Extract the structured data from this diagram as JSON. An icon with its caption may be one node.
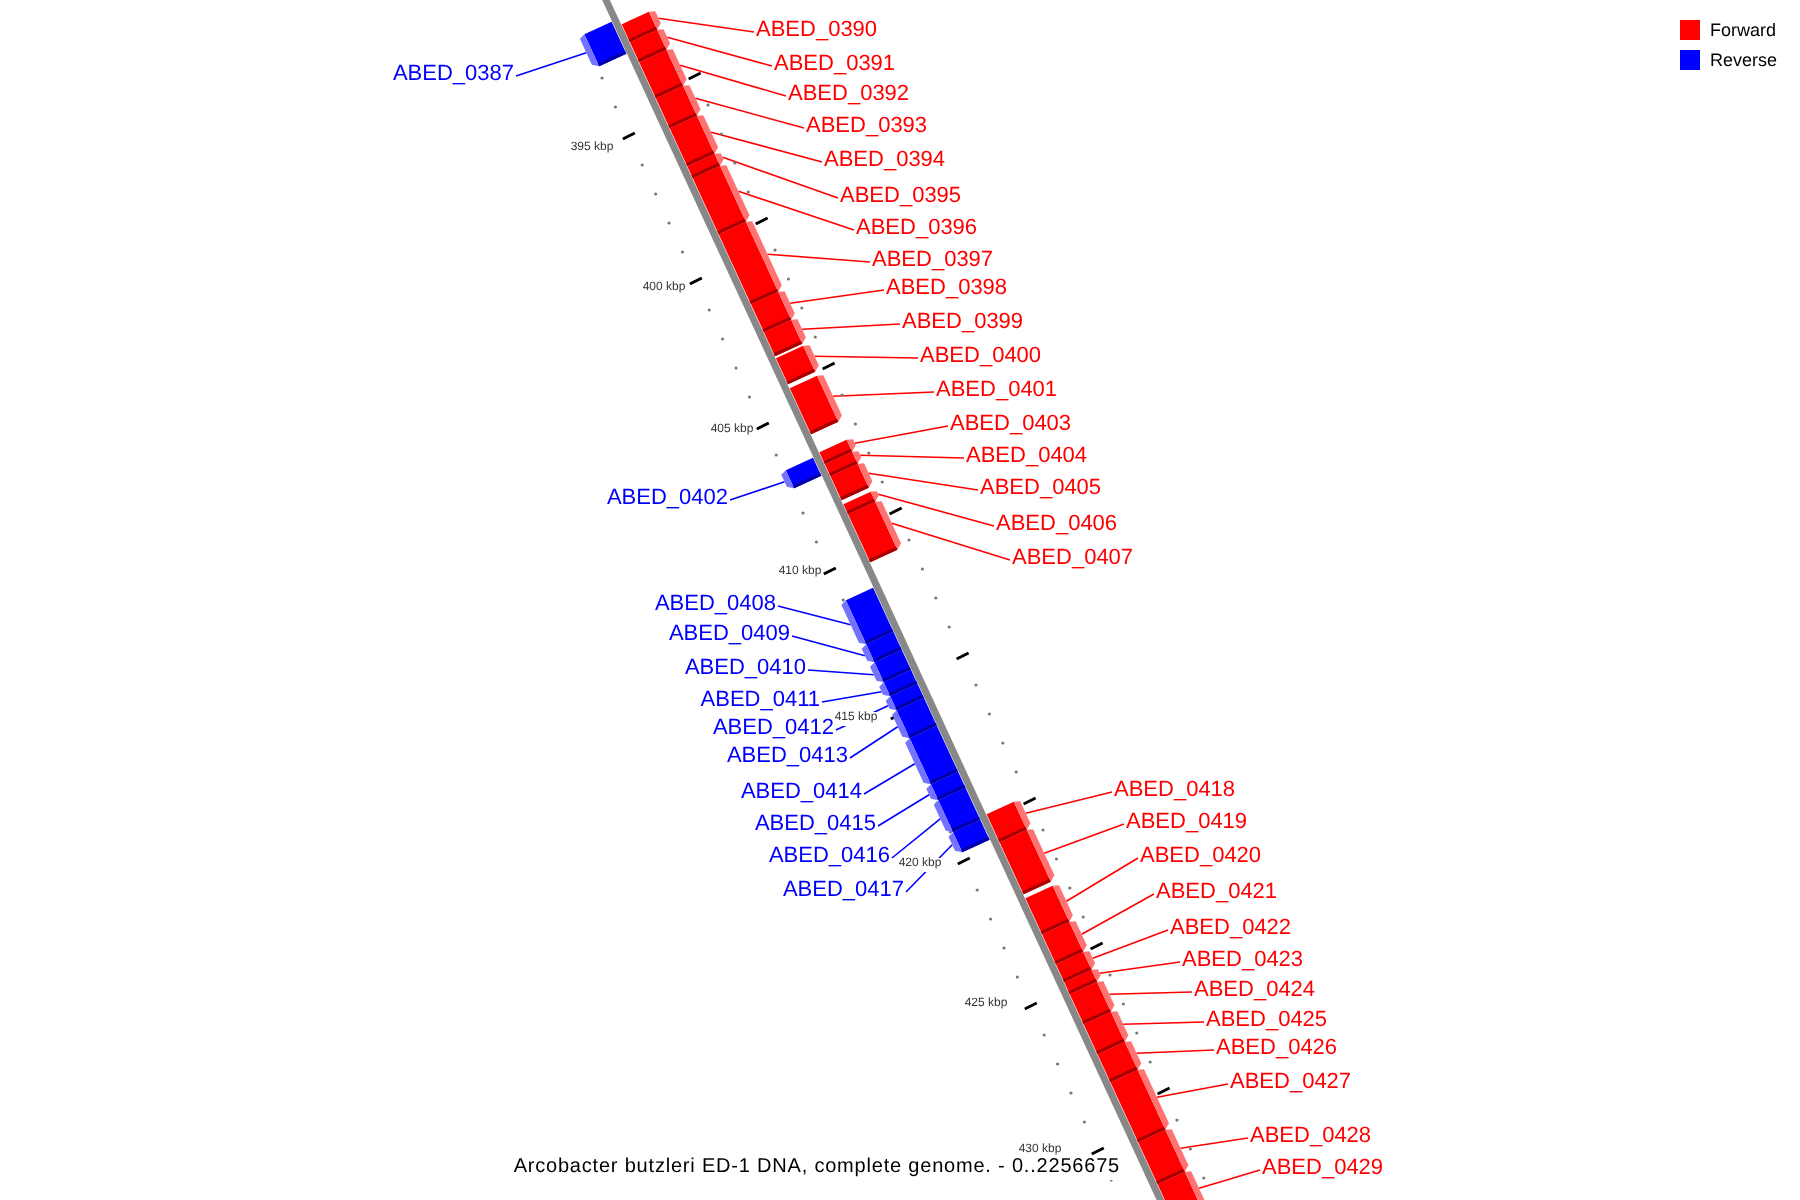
{
  "diagram": {
    "caption": "Arcobacter butzleri ED-1 DNA, complete genome. - 0..2256675",
    "nodes": [
      {
        "text": [
          "ABED_0387"
        ]
      },
      {
        "text": [],
        "shape": "bar"
      },
      {
        "text": [
          "ABED_0390"
        ]
      },
      {
        "text": [],
        "shape": "bar"
      },
      {
        "text": [
          "ABED_0391"
        ]
      },
      {
        "text": [],
        "shape": "bar"
      },
      {
        "text": [
          "ABED_0392"
        ]
      },
      {
        "text": [],
        "shape": "bar"
      },
      {
        "text": [
          "ABED_0393"
        ]
      },
      {
        "text": [],
        "shape": "bar"
      },
      {
        "text": [
          "ABED_0394"
        ]
      },
      {
        "text": [],
        "shape": "bar"
      },
      {
        "text": [
          "ABED_0395"
        ]
      },
      {
        "text": [],
        "shape": "bar"
      },
      {
        "text": [
          "ABED_0396"
        ]
      },
      {
        "text": [],
        "shape": "bar"
      },
      {
        "text": [
          "ABED_0397"
        ]
      },
      {
        "text": [],
        "shape": "bar"
      },
      {
        "text": [
          "ABED_0398"
        ]
      },
      {
        "text": [],
        "shape": "bar"
      },
      {
        "text": [
          "ABED_0399"
        ]
      },
      {
        "text": [],
        "shape": "bar"
      },
      {
        "text": [
          "ABED_0400"
        ]
      },
      {
        "text": [],
        "shape": "bar"
      },
      {
        "text": [
          "ABED_0401"
        ]
      },
      {
        "text": [],
        "shape": "bar"
      },
      {
        "text": [
          "ABED_0402"
        ]
      },
      {
        "text": [],
        "shape": "bar"
      },
      {
        "text": [
          "ABED_0403"
        ]
      },
      {
        "text": [],
        "shape": "bar"
      },
      {
        "text": [
          "ABED_0404"
        ]
      },
      {
        "text": [],
        "shape": "bar"
      },
      {
        "text": [
          "ABED_0405"
        ]
      },
      {
        "text": [],
        "shape": "bar"
      },
      {
        "text": [
          "ABED_0406"
        ]
      },
      {
        "text": [],
        "shape": "bar"
      },
      {
        "text": [
          "ABED_0407"
        ]
      },
      {
        "text": [],
        "shape": "bar"
      },
      {
        "text": [
          "ABED_0408"
        ]
      },
      {
        "text": [],
        "shape": "bar"
      },
      {
        "text": [
          "ABED_0409"
        ]
      },
      {
        "text": [],
        "shape": "bar"
      },
      {
        "text": [
          "ABED_0410"
        ]
      },
      {
        "text": [],
        "shape": "bar"
      },
      {
        "text": [
          "ABED_0411"
        ]
      },
      {
        "text": [],
        "shape": "bar"
      },
      {
        "text": [
          "ABED_0412"
        ]
      },
      {
        "text": [],
        "shape": "bar"
      },
      {
        "text": [
          "ABED_0413"
        ]
      },
      {
        "text": [],
        "shape": "bar"
      },
      {
        "text": [
          "ABED_0414"
        ]
      },
      {
        "text": [],
        "shape": "bar"
      },
      {
        "text": [
          "ABED_0415"
        ]
      },
      {
        "text": [],
        "shape": "bar"
      },
      {
        "text": [
          "ABED_0416"
        ]
      },
      {
        "text": [],
        "shape": "bar"
      },
      {
        "text": [
          "ABED_0417"
        ]
      },
      {
        "text": [],
        "shape": "bar"
      },
      {
        "text": [
          "ABED_0418"
        ]
      },
      {
        "text": [],
        "shape": "bar"
      },
      {
        "text": [
          "ABED_0419"
        ]
      },
      {
        "text": [],
        "shape": "bar"
      },
      {
        "text": [
          "ABED_0420"
        ]
      },
      {
        "text": [],
        "shape": "bar"
      },
      {
        "text": [
          "ABED_0421"
        ]
      },
      {
        "text": [],
        "shape": "bar"
      },
      {
        "text": [
          "ABED_0422"
        ]
      },
      {
        "text": [],
        "shape": "bar"
      },
      {
        "text": [
          "ABED_0423"
        ]
      },
      {
        "text": [],
        "shape": "bar"
      },
      {
        "text": [
          "ABED_0424"
        ]
      },
      {
        "text": [],
        "shape": "bar"
      },
      {
        "text": [
          "ABED_0425"
        ]
      },
      {
        "text": [],
        "shape": "bar"
      },
      {
        "text": [
          "ABED_0426"
        ]
      },
      {
        "text": [],
        "shape": "bar"
      },
      {
        "text": [
          "ABED_0427"
        ]
      },
      {
        "text": [],
        "shape": "bar"
      },
      {
        "text": [
          "ABED_0428"
        ]
      },
      {
        "text": [],
        "shape": "bar"
      },
      {
        "text": [
          "ABED_0429"
        ]
      },
      {
        "text": [],
        "shape": "bar"
      }
    ],
    "edges": [
      {
        "from": 0,
        "to": 1,
        "arrow": "none",
        "color": "#0000ff"
      },
      {
        "from": 2,
        "to": 3,
        "arrow": "none"
      },
      {
        "from": 4,
        "to": 5,
        "arrow": "none"
      },
      {
        "from": 6,
        "to": 7,
        "arrow": "none"
      },
      {
        "from": 8,
        "to": 9,
        "arrow": "none"
      },
      {
        "from": 10,
        "to": 11,
        "arrow": "none"
      },
      {
        "from": 12,
        "to": 13,
        "arrow": "none"
      },
      {
        "from": 14,
        "to": 15,
        "arrow": "none"
      },
      {
        "from": 16,
        "to": 17,
        "arrow": "none"
      },
      {
        "from": 18,
        "to": 19,
        "arrow": "none"
      },
      {
        "from": 20,
        "to": 21,
        "arrow": "none"
      },
      {
        "from": 22,
        "to": 23,
        "arrow": "none"
      },
      {
        "from": 24,
        "to": 25,
        "arrow": "none"
      },
      {
        "from": 26,
        "to": 27,
        "arrow": "none",
        "color": "#0000ff"
      },
      {
        "from": 28,
        "to": 29,
        "arrow": "none"
      },
      {
        "from": 30,
        "to": 31,
        "arrow": "none"
      },
      {
        "from": 32,
        "to": 33,
        "arrow": "none"
      },
      {
        "from": 34,
        "to": 35,
        "arrow": "none"
      },
      {
        "from": 36,
        "to": 37,
        "arrow": "none"
      },
      {
        "from": 38,
        "to": 39,
        "arrow": "none",
        "color": "#0000ff"
      },
      {
        "from": 40,
        "to": 41,
        "arrow": "none",
        "color": "#0000ff"
      },
      {
        "from": 42,
        "to": 43,
        "arrow": "none",
        "color": "#0000ff"
      },
      {
        "from": 44,
        "to": 45,
        "arrow": "none",
        "color": "#0000ff"
      },
      {
        "from": 46,
        "to": 47,
        "arrow": "none",
        "color": "#0000ff"
      },
      {
        "from": 48,
        "to": 49,
        "arrow": "none",
        "color": "#0000ff"
      },
      {
        "from": 50,
        "to": 51,
        "arrow": "none",
        "color": "#0000ff"
      },
      {
        "from": 52,
        "to": 53,
        "arrow": "none",
        "color": "#0000ff"
      },
      {
        "from": 54,
        "to": 55,
        "arrow": "none",
        "color": "#0000ff"
      },
      {
        "from": 56,
        "to": 57,
        "arrow": "none",
        "color": "#0000ff"
      },
      {
        "from": 58,
        "to": 59,
        "arrow": "none"
      },
      {
        "from": 60,
        "to": 61,
        "arrow": "none"
      },
      {
        "from": 62,
        "to": 63,
        "arrow": "none"
      },
      {
        "from": 64,
        "to": 65,
        "arrow": "none"
      },
      {
        "from": 66,
        "to": 67,
        "arrow": "none"
      },
      {
        "from": 68,
        "to": 69,
        "arrow": "none"
      },
      {
        "from": 70,
        "to": 71,
        "arrow": "none"
      },
      {
        "from": 72,
        "to": 73,
        "arrow": "none"
      },
      {
        "from": 74,
        "to": 75,
        "arrow": "none"
      },
      {
        "from": 76,
        "to": 77,
        "arrow": "none"
      },
      {
        "from": 78,
        "to": 79,
        "arrow": "none"
      },
      {
        "from": 80,
        "to": 81,
        "arrow": "none"
      }
    ],
    "labels": [
      "395 kbp",
      "400 kbp",
      "405 kbp",
      "410 kbp",
      "415 kbp",
      "420 kbp",
      "425 kbp",
      "430 kbp"
    ],
    "legend": [
      {
        "text": "Forward",
        "color": "#ff0000"
      },
      {
        "text": "Reverse",
        "color": "#0000ff"
      }
    ]
  }
}
